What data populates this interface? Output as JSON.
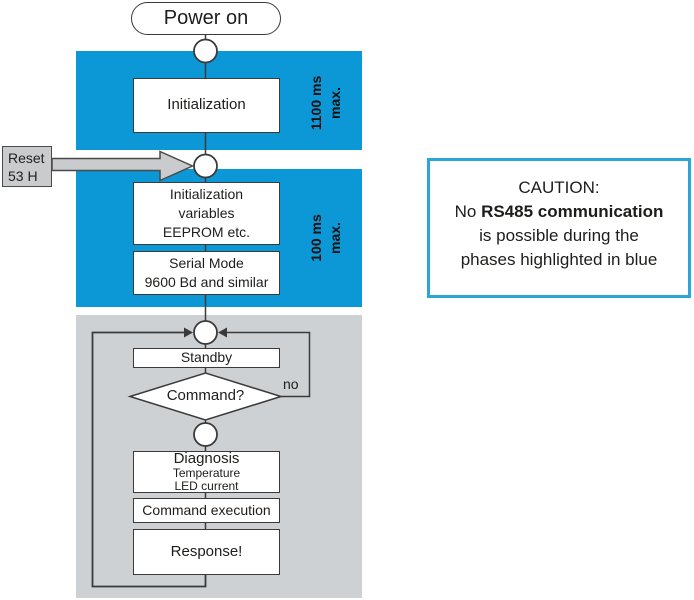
{
  "colors": {
    "blue": "#0c98d6",
    "panel_gray": "#ced1d3",
    "reset_gray": "#c9cbcd",
    "line": "#3a3a3a",
    "caution_border": "#2aa6db",
    "text": "#1d1d1b"
  },
  "flowchart": {
    "power_on_label": "Power on",
    "phase1": {
      "box": "Initialization",
      "timer_line1": "1100 ms",
      "timer_line2": "max."
    },
    "reset": {
      "line1": "Reset",
      "line2": "53 H"
    },
    "phase2": {
      "box1_line1": "Initialization",
      "box1_line2": "variables",
      "box1_line3": "EEPROM etc.",
      "box2_line1": "Serial Mode",
      "box2_line2": "9600 Bd and similar",
      "timer_line1": "100 ms",
      "timer_line2": "max."
    },
    "loop": {
      "standby": "Standby",
      "decision": "Command?",
      "no_label": "no",
      "diagnosis_line1": "Diagnosis",
      "diagnosis_line2": "Temperature",
      "diagnosis_line3": "LED current",
      "command_execution": "Command execution",
      "response": "Response!"
    }
  },
  "caution": {
    "title": "CAUTION:",
    "line2_prefix": "No ",
    "line2_bold": "RS485 communication",
    "line3": "is possible during the",
    "line4": "phases highlighted in blue"
  }
}
